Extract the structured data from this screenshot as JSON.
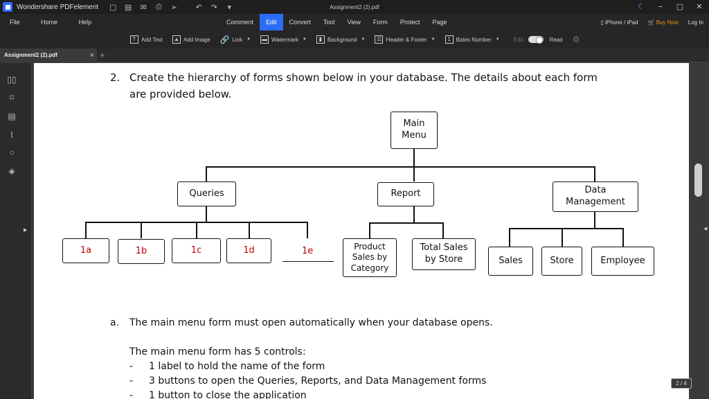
{
  "app": {
    "name": "Wondershare PDFelement",
    "document_title": "Assignment2 (2).pdf"
  },
  "window_controls": [
    "−",
    "▢",
    "✕"
  ],
  "quick_access": [
    "▢",
    "▤",
    "✉",
    "⎙",
    "➢",
    "↶",
    "↷",
    "▾"
  ],
  "menu": {
    "left": [
      "File",
      "Home",
      "Help"
    ],
    "tabs": [
      "Comment",
      "Edit",
      "Convert",
      "Tool",
      "View",
      "Form",
      "Protect",
      "Page"
    ],
    "active_tab": "Edit",
    "right": {
      "device": "iPhone / iPad",
      "buy": "Buy Now",
      "login": "Log In"
    }
  },
  "toolbar": {
    "add_text": "Add Text",
    "add_image": "Add Image",
    "link": "Link",
    "watermark": "Watermark",
    "background": "Background",
    "header_footer": "Header & Footer",
    "bates": "Bates Number",
    "edit": "Edit",
    "read": "Read"
  },
  "tab": {
    "name": "Assignment2 (2).pdf"
  },
  "page_indicator": "2 / 4",
  "doc": {
    "q2_num": "2.",
    "q2_line1": "Create the hierarchy of forms shown below in your database. The details about each form",
    "q2_line2": "are provided below.",
    "main_menu": [
      "Main",
      "Menu"
    ],
    "queries": "Queries",
    "report": "Report",
    "data_management": [
      "Data",
      "Management"
    ],
    "q_items": [
      "1a",
      "1b",
      "1c",
      "1d",
      "1e"
    ],
    "product_sales": [
      "Product",
      "Sales by",
      "Category"
    ],
    "total_sales": [
      "Total Sales",
      "by Store"
    ],
    "dm_items": [
      "Sales",
      "Store",
      "Employee"
    ],
    "a_num": "a.",
    "a_text": "The main menu form must open automatically when your database opens.",
    "controls_intro": "The main menu form has 5 controls:",
    "bullets": [
      "1 label to hold the name of the form",
      "3 buttons to open the Queries, Reports, and Data Management forms",
      "1 button to close the application"
    ]
  }
}
